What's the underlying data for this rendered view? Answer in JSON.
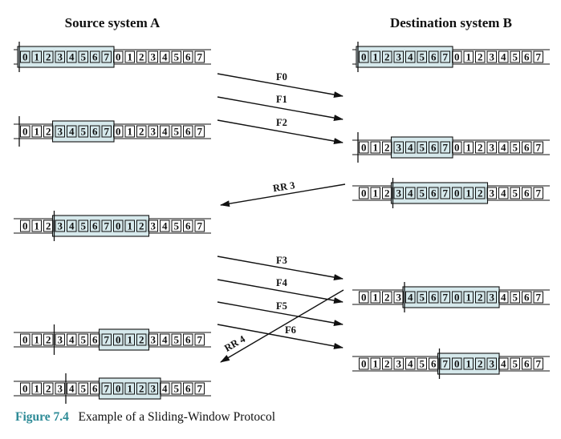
{
  "titles": {
    "source": "Source system A",
    "destination": "Destination system B"
  },
  "sequence": [
    "0",
    "1",
    "2",
    "3",
    "4",
    "5",
    "6",
    "7",
    "0",
    "1",
    "2",
    "3",
    "4",
    "5",
    "6",
    "7"
  ],
  "window_fill": "#d6e9ec",
  "caption": {
    "label": "Figure 7.4",
    "text": "Example of a Sliding-Window Protocol"
  },
  "frames": {
    "source": [
      {
        "window_start": 0,
        "window_end": 7,
        "marker": 0
      },
      {
        "window_start": 3,
        "window_end": 7,
        "marker": 0
      },
      {
        "window_start": 3,
        "window_end": 10,
        "marker": 3
      },
      {
        "window_start": 7,
        "window_end": 10,
        "marker": 3
      },
      {
        "window_start": 7,
        "window_end": 11,
        "marker": 4
      }
    ],
    "destination": [
      {
        "window_start": 0,
        "window_end": 7,
        "marker": 0
      },
      {
        "window_start": 3,
        "window_end": 7,
        "marker": 0
      },
      {
        "window_start": 3,
        "window_end": 10,
        "marker": 3
      },
      {
        "window_start": 4,
        "window_end": 11,
        "marker": 4
      },
      {
        "window_start": 7,
        "window_end": 11,
        "marker": 7
      }
    ]
  },
  "messages": [
    "F0",
    "F1",
    "F2",
    "RR 3",
    "F3",
    "F4",
    "F5",
    "F6",
    "RR 4"
  ]
}
